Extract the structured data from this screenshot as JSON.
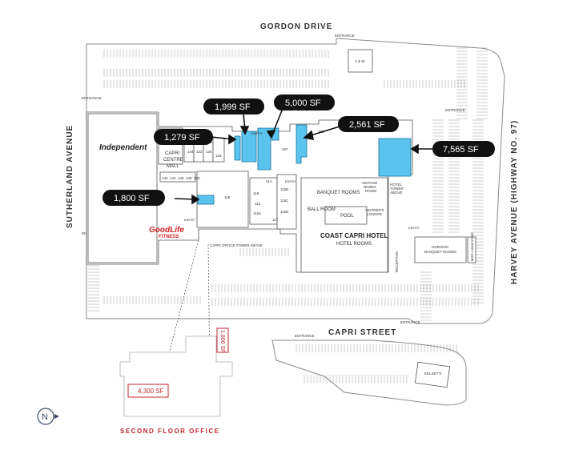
{
  "streets": {
    "north": "GORDON DRIVE",
    "south": "CAPRI STREET",
    "west": "SUTHERLAND AVENUE",
    "east": "HARVEY AVENUE (HIGHWAY NO. 97)"
  },
  "entrances": {
    "label": "ENTRANCE",
    "entry": "ENTRY"
  },
  "anchors": {
    "independent": "Independent",
    "goodlife_line1": "GoodLife",
    "goodlife_line2": "FITNESS",
    "capri_mall_line1": "CAPRI",
    "capri_mall_line2": "CENTRE",
    "capri_mall_line3": "MALL",
    "aw": "A & W",
    "kelseys": "KELSEY'S",
    "hotel": "COAST CAPRI HOTEL",
    "hotel_rooms": "HOTEL ROOMS",
    "banquet_rooms": "BANQUET ROOMS",
    "ball_room": "BALL ROOM",
    "pool": "POOL",
    "vintage_dining_1": "VINTAGE",
    "vintage_dining_2": "DINING",
    "vintage_dining_3": "ROOM",
    "hotel_tower_1": "HOTEL",
    "hotel_tower_2": "TOWER",
    "hotel_tower_3": "ABOVE",
    "vintners_1": "VINTNER'S",
    "vintners_2": "LOUNGE",
    "reception": "RECEPTION",
    "horizon_1": "HORIZON",
    "horizon_2": "BANQUET ROOMS",
    "beer_wine": "BEER & WINE STORE",
    "capri_office_tower": "CAPRI OFFICE TOWER ABOVE"
  },
  "units": [
    "144",
    "132",
    "134",
    "136",
    "140",
    "142",
    "146",
    "148",
    "150",
    "118",
    "114",
    "116",
    "115",
    "115A",
    "115B",
    "115C",
    "115D",
    "117",
    "107",
    "103"
  ],
  "callouts": {
    "sf_1999": "1,999 SF",
    "sf_5000": "5,000 SF",
    "sf_1279": "1,279 SF",
    "sf_2561": "2,561 SF",
    "sf_7565": "7,565 SF",
    "sf_1800": "1,800 SF"
  },
  "second_floor": {
    "title": "SECOND FLOOR OFFICE",
    "unit_a": "4,300 SF",
    "unit_b": "1,800 SF"
  },
  "compass": {
    "label": "N"
  },
  "colors": {
    "highlight": "#5bc4ee",
    "callout_bg": "#111111",
    "second_floor_red": "#c0262d",
    "independent_red": "#d32027"
  }
}
